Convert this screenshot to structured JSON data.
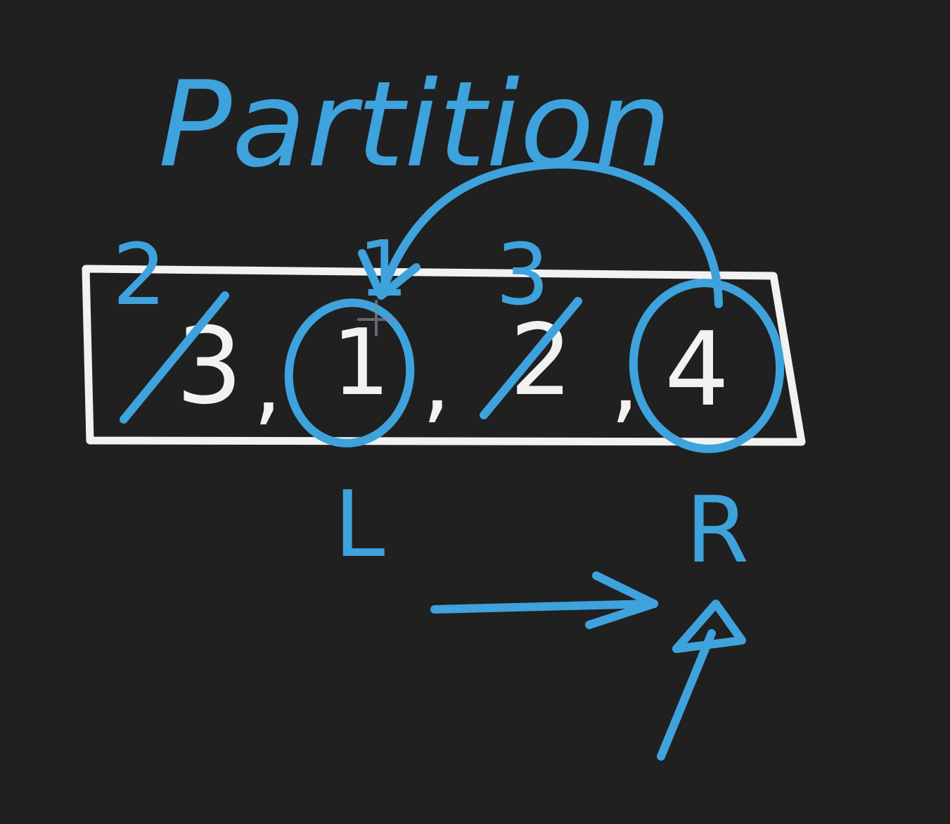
{
  "title": "Partition",
  "array": {
    "values": [
      "3",
      "1",
      "2",
      "4"
    ],
    "separators": [
      ",",
      ",",
      ","
    ],
    "updated_values": [
      "2",
      "1",
      "3"
    ]
  },
  "pointers": {
    "left": "L",
    "right": "R"
  },
  "colors": {
    "background": "#202020",
    "ink_white": "#f2f2f2",
    "ink_blue": "#3ea2dd"
  }
}
